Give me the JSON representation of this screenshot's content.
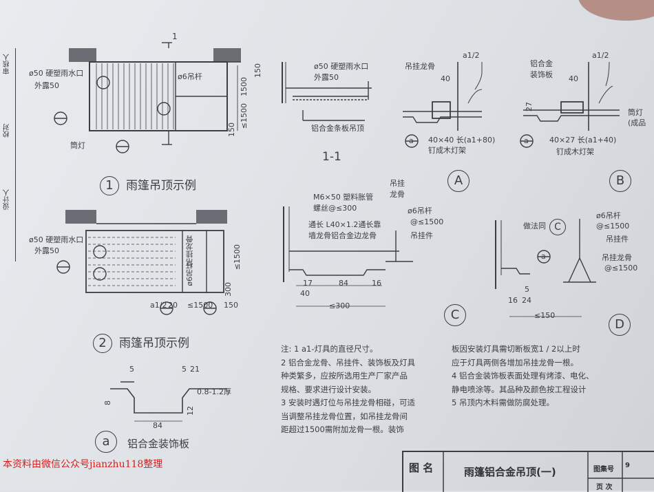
{
  "sidebar": {
    "reviewed": "审核人",
    "designed": "设计人",
    "checked": "校对"
  },
  "plan1": {
    "drain": "ø50 硬塑雨水口",
    "exposed": "外露50",
    "rod": "ø6吊杆",
    "lamp": "筒灯",
    "section_mark": "1",
    "dims": [
      "150",
      "1500",
      "≤1500",
      "150"
    ],
    "caption": "雨篷吊顶示例",
    "num": "1"
  },
  "section11": {
    "drain": "ø50 硬塑雨水口",
    "exposed": "外露50",
    "strip": "铝合金条板吊顶",
    "caption": "1-1"
  },
  "detailA": {
    "label": "A",
    "keel": "吊挂龙骨",
    "dim_half": "a1/2",
    "dim_40": "40",
    "frame": "40×40 长(a1+80)",
    "frame2": "钉成木灯架",
    "sub": "a"
  },
  "detailB": {
    "label": "B",
    "plate": "铝合金",
    "plate2": "装饰板",
    "dim_half": "a1/2",
    "dim_40": "40",
    "dim_27": "27",
    "frame": "40×27 长(a1+40)",
    "frame2": "钉成木灯架",
    "lamp": "筒灯",
    "lamp2": "(成品",
    "sub": "a"
  },
  "plan2": {
    "drain": "ø50 硬塑雨水口",
    "exposed": "外露50",
    "keel": "吊挂龙骨",
    "rod": "ø6吊杆",
    "dims": [
      "a1/2",
      "20",
      "≤1500",
      "150",
      "≤1500",
      "300"
    ],
    "caption": "雨篷吊顶示例",
    "num": "2"
  },
  "detailC": {
    "label": "C",
    "bolt": "M6×50 塑料胀管",
    "bolt2": "螺丝@≤300",
    "edge": "通长 L40×1.2通长靠",
    "edge2": "墙龙骨铝合金边龙骨",
    "keel": "吊挂",
    "keel2": "龙骨",
    "rod": "ø6吊杆",
    "rod2": "@≤1500",
    "hanger": "吊挂件",
    "dims": [
      "17",
      "84",
      "16",
      "40",
      "≤300"
    ]
  },
  "detailD": {
    "label": "D",
    "same": "做法同",
    "rod": "ø6吊杆",
    "rod2": "@≤1500",
    "hanger": "吊挂件",
    "keel": "吊挂龙骨",
    "keel2": "@≤1500",
    "dims": [
      "5",
      "16",
      "24",
      "≤150"
    ],
    "sub": "a"
  },
  "profileA": {
    "label": "a",
    "dims": [
      "5",
      "5",
      "21",
      "0.8-1.2厚",
      "8",
      "12",
      "84"
    ],
    "caption": "铝合金装饰板"
  },
  "notes": {
    "lines": [
      "注: 1 a1-灯具的直径尺寸。",
      "    2 铝合金龙骨、吊挂件、装饰板及灯具",
      "      种类繁多，应按所选用生产厂家产品",
      "      规格、要求进行设计安装。",
      "    3 安装时遇灯位与吊挂龙骨相碰，可适",
      "      当调整吊挂龙骨位置，如吊挂龙骨间",
      "      距超过1500需附加龙骨一根。装饰"
    ],
    "lines2": [
      "板因安装灯具需切断板宽1 / 2以上时",
      "应于灯具两侧各增加吊挂龙骨一根。",
      "4 铝合金装饰板表面处理有烤漆、电化、",
      "  静电喷涂等。其品种及颜色按工程设计",
      "5 吊顶内木料需做防腐处理。"
    ]
  },
  "titleblock": {
    "name_label": "图 名",
    "title": "雨篷铝合金吊顶(一)",
    "atlas_label": "图集号",
    "page_label": "页 次",
    "atlas_no": "9"
  },
  "watermark": "本资料由微信公众号jianzhu118整理"
}
